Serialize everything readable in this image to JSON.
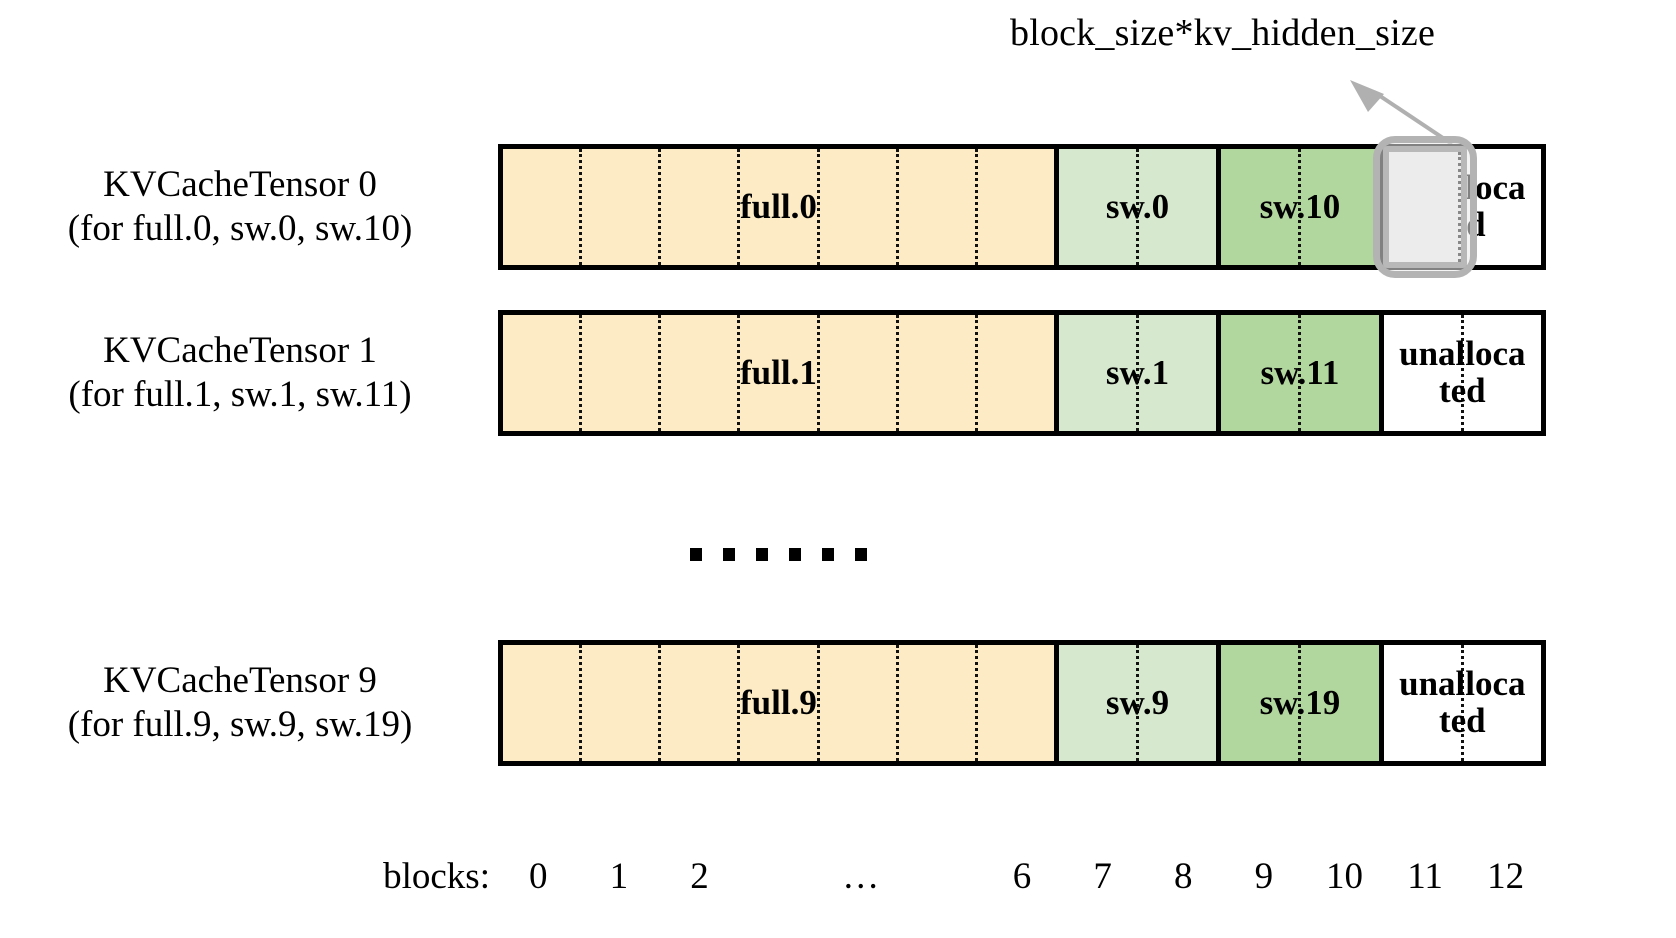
{
  "annotation": {
    "text": "block_size*kv_hidden_size",
    "arrow_icon": "arrow-up-left-icon",
    "points_to": "unallocated block 11 of KVCacheTensor 0"
  },
  "colors": {
    "full_fill": "#FCEBC5",
    "sw_low_fill": "#D6E8CE",
    "sw_high_fill": "#B2D79E",
    "unallocated_fill": "#FFFFFF",
    "border": "#000000",
    "divider": "#111111",
    "highlight_outer_border": "#B3B3B3",
    "highlight_inner_border": "#7A7A7A",
    "highlight_fill": "#EEEEEE",
    "arrow": "#B0B0B0"
  },
  "total_blocks": 13,
  "rows": [
    {
      "label_line1": "KVCacheTensor 0",
      "label_line2": "(for full.0, sw.0, sw.10)",
      "highlight_block": 11,
      "segments": [
        {
          "name": "full.0",
          "blocks": 7,
          "fill": "full_fill"
        },
        {
          "name": "sw.0",
          "blocks": 2,
          "fill": "sw_low_fill"
        },
        {
          "name": "sw.10",
          "blocks": 2,
          "fill": "sw_high_fill"
        },
        {
          "name": "unalloca\nted",
          "blocks": 2,
          "fill": "unallocated_fill"
        }
      ]
    },
    {
      "label_line1": "KVCacheTensor 1",
      "label_line2": "(for full.1, sw.1, sw.11)",
      "highlight_block": null,
      "segments": [
        {
          "name": "full.1",
          "blocks": 7,
          "fill": "full_fill"
        },
        {
          "name": "sw.1",
          "blocks": 2,
          "fill": "sw_low_fill"
        },
        {
          "name": "sw.11",
          "blocks": 2,
          "fill": "sw_high_fill"
        },
        {
          "name": "unalloca\nted",
          "blocks": 2,
          "fill": "unallocated_fill"
        }
      ]
    },
    {
      "label_line1": "KVCacheTensor 9",
      "label_line2": "(for full.9, sw.9, sw.19)",
      "highlight_block": null,
      "segments": [
        {
          "name": "full.9",
          "blocks": 7,
          "fill": "full_fill"
        },
        {
          "name": "sw.9",
          "blocks": 2,
          "fill": "sw_low_fill"
        },
        {
          "name": "sw.19",
          "blocks": 2,
          "fill": "sw_high_fill"
        },
        {
          "name": "unalloca\nted",
          "blocks": 2,
          "fill": "unallocated_fill"
        }
      ]
    }
  ],
  "ellipsis": {
    "dot_count": 6,
    "text": "……"
  },
  "axis": {
    "title": "blocks:",
    "ticks": [
      "0",
      "1",
      "2",
      "…",
      "6",
      "7",
      "8",
      "9",
      "10",
      "11",
      "12"
    ]
  }
}
